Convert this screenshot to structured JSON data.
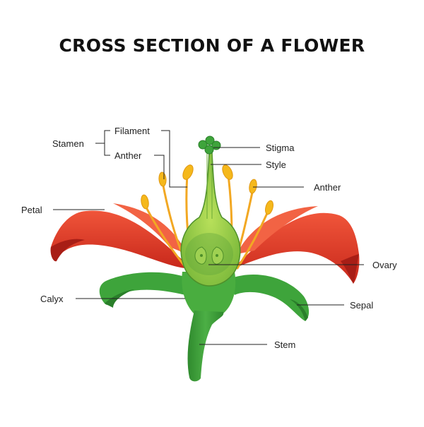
{
  "title": "CROSS SECTION OF A FLOWER",
  "labels": {
    "stamen": "Stamen",
    "filament": "Filament",
    "anther_left": "Anther",
    "stigma": "Stigma",
    "style": "Style",
    "anther_right": "Anther",
    "petal": "Petal",
    "ovary": "Ovary",
    "calyx": "Calyx",
    "sepal": "Sepal",
    "stem": "Stem"
  },
  "colors": {
    "petal": "#e2361f",
    "petal_dark": "#b5221a",
    "petal_light": "#f0553a",
    "sepal": "#3ea43b",
    "sepal_dark": "#2a7f2a",
    "pistil": "#8fc73e",
    "pistil_dark": "#4e8f2a",
    "anther": "#f5b81b",
    "filament": "#f2a823"
  }
}
